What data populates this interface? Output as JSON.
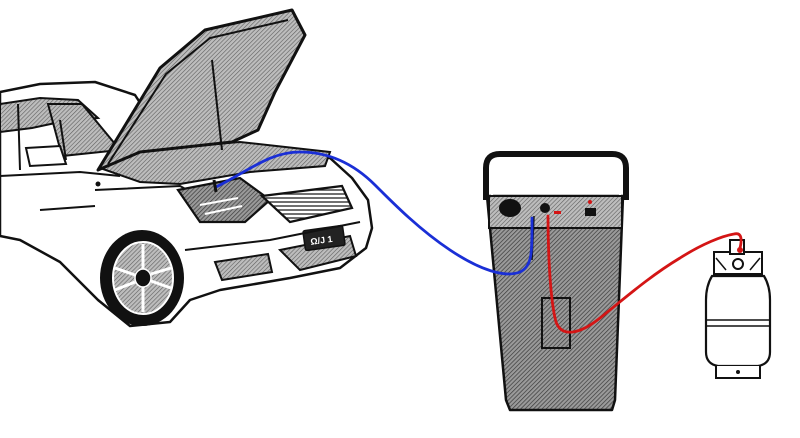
{
  "diagram": {
    "nodes": [
      {
        "id": "car",
        "icon": "car-open-hood-icon"
      },
      {
        "id": "machine",
        "icon": "refrigerant-recovery-machine-icon"
      },
      {
        "id": "cylinder",
        "icon": "gas-cylinder-icon"
      }
    ],
    "edges": [
      {
        "from": "car",
        "to": "machine",
        "hose": "blue-hose"
      },
      {
        "from": "machine",
        "to": "cylinder",
        "hose": "red-hose"
      }
    ],
    "license_plate": "Ω/J  1",
    "colors": {
      "blue_hose": "#1a2fd6",
      "red_hose": "#d41515",
      "outline": "#111111",
      "hatch": "#9a9a9a",
      "background": "#ffffff"
    }
  }
}
